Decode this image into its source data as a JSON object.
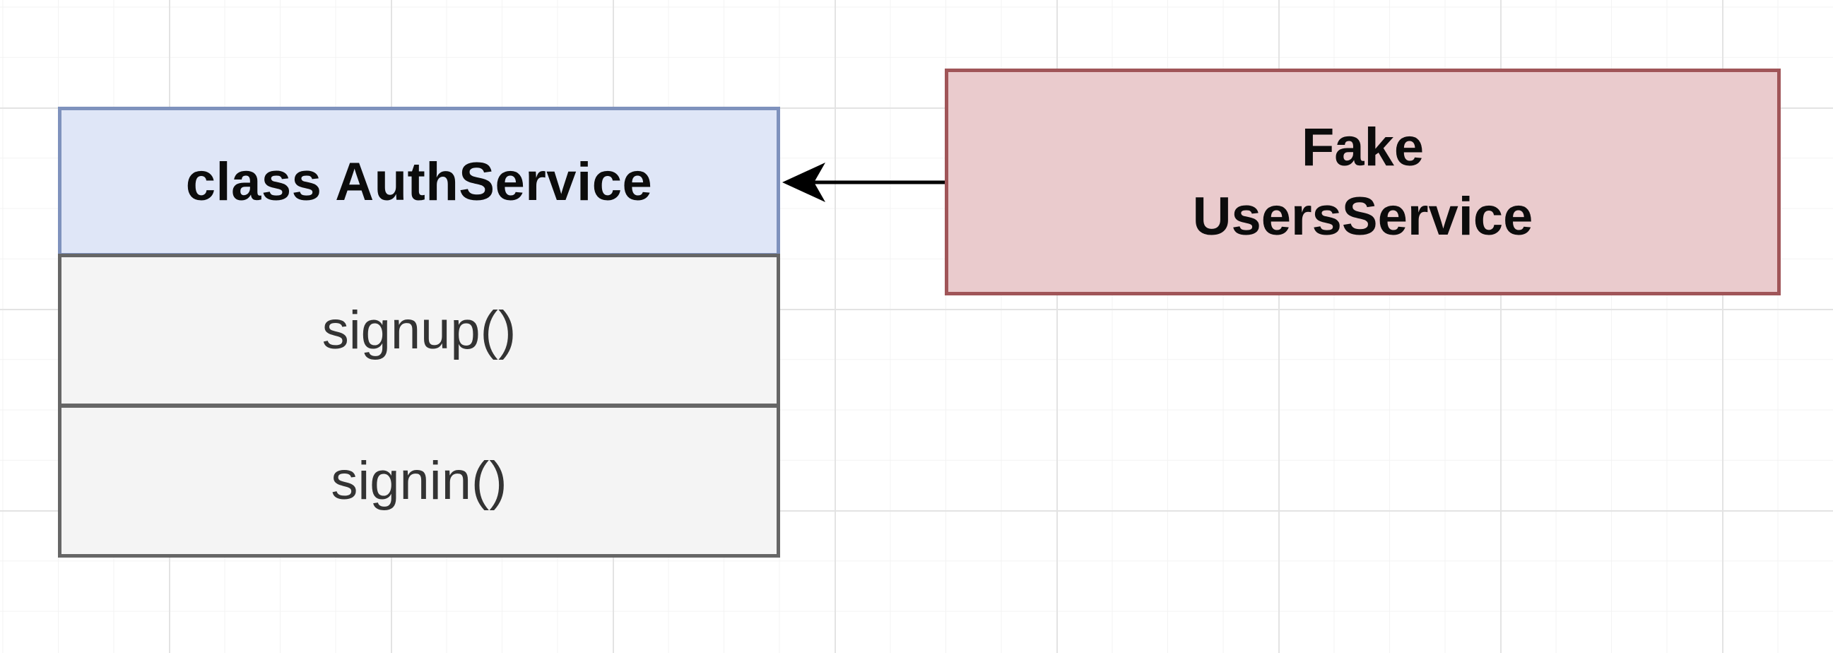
{
  "auth_service": {
    "title": "class AuthService",
    "methods": [
      {
        "label": "signup()"
      },
      {
        "label": "signin()"
      }
    ]
  },
  "fake_users_service": {
    "title_lines": [
      "Fake",
      "UsersService"
    ]
  },
  "colors": {
    "class_header_fill": "#dfe6f7",
    "class_header_border": "#7f92bd",
    "method_fill": "#f4f4f4",
    "method_border": "#666666",
    "fake_fill": "#eacbcd",
    "fake_border": "#a05558",
    "arrow": "#000000"
  }
}
